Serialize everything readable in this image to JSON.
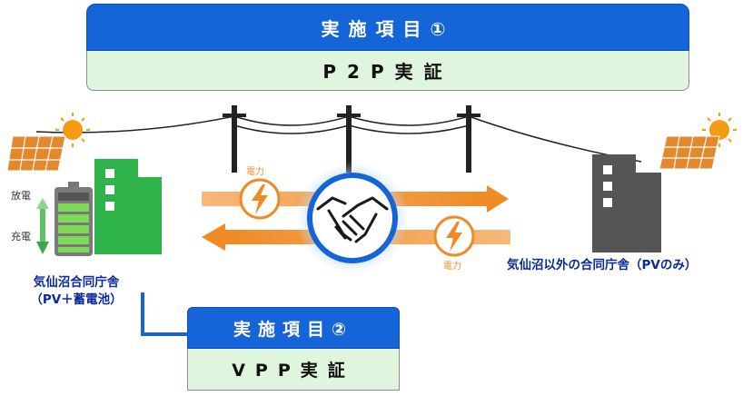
{
  "item1": {
    "header": "実施項目①",
    "body": "P2P実証"
  },
  "item2": {
    "header": "実施項目②",
    "body": "VPP実証"
  },
  "left_building": {
    "line1": "気仙沼合同庁舎",
    "line2": "（PV＋蓄電池）"
  },
  "right_building": {
    "label": "気仙沼以外の合同庁舎（PVのみ）"
  },
  "battery": {
    "discharge_label": "放電",
    "charge_label": "充電"
  },
  "power_label_top": "電力",
  "power_label_bottom": "電力",
  "icons": [
    "sun-icon",
    "solar-panel-icon",
    "building-icon",
    "battery-icon",
    "utility-pole-icon",
    "handshake-icon",
    "lightning-icon"
  ],
  "colors": {
    "accent_blue": "#1565d8",
    "green": "#2eb34a",
    "orange": "#f5a04a",
    "gray": "#555555",
    "light_green": "#dff5de"
  }
}
